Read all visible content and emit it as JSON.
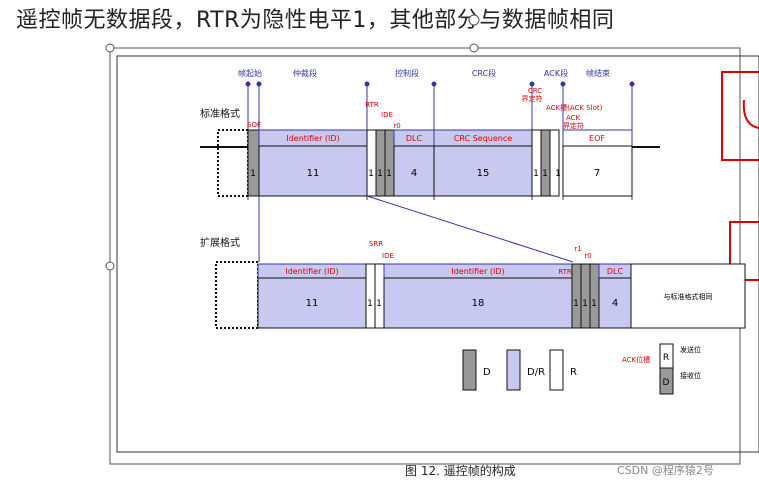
{
  "heading": "遥控帧无数据段，RTR为隐性电平1，其他部分与数据帧相同",
  "caption": "图 12.    遥控帧的构成",
  "watermark": "CSDN @程序猿2号",
  "segments": {
    "sof": "帧起始",
    "arbitration": "仲裁段",
    "control": "控制段",
    "crc": "CRC段",
    "ack": "ACK段",
    "eof": "帧结束"
  },
  "standard": {
    "label": "标准格式",
    "sof_tag": "SOF",
    "rtr_tag": "RTR",
    "ide_tag": "IDE",
    "r0_tag": "r0",
    "crc_delim_tag": "CRC\n界定符",
    "ack_slot_tag": "ACK槽(ACK Slot)",
    "ack_delim_tag": "ACK\n界定符",
    "fields": {
      "identifier": "Identifier (ID)",
      "dlc": "DLC",
      "crc_seq": "CRC Sequence",
      "eof": "EOF"
    },
    "bits": [
      "1",
      "11",
      "1",
      "1",
      "1",
      "4",
      "15",
      "1",
      "1",
      "1",
      "7"
    ]
  },
  "extended": {
    "label": "扩展格式",
    "srr_tag": "SRR",
    "ide_tag": "IDE",
    "rtr_tag": "RTR",
    "r1_tag": "r1",
    "r0_tag": "r0",
    "fields": {
      "identifier1": "Identifier (ID)",
      "identifier2": "Identifier (ID)",
      "dlc": "DLC",
      "same_as_std": "与标准格式相同"
    },
    "bits": [
      "11",
      "1",
      "1",
      "18",
      "1",
      "1",
      "1",
      "4"
    ]
  },
  "legend": {
    "d": "D",
    "dr": "D/R",
    "r": "R",
    "ack_title": "ACK位槽",
    "send_bit_letter": "R",
    "recv_bit_letter": "D",
    "send_bit": "发送位",
    "recv_bit": "接收位"
  },
  "colors": {
    "dominant": "#999999",
    "dr_fill": "#c8c8f0",
    "accent_red": "#e00000",
    "blue_line": "#3333aa"
  }
}
